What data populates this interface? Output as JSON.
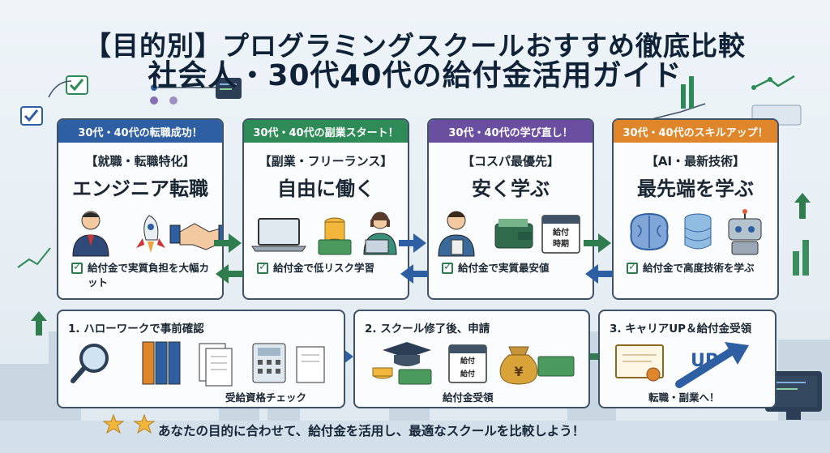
{
  "title": {
    "line1": "【目的別】プログラミングスクールおすすめ徹底比較",
    "line2": "社会人・30代40代の給付金活用ガイド"
  },
  "cards": [
    {
      "header": "30代・40代の転職成功！",
      "color": "#2f5fa3",
      "category": "【就職・転職特化】",
      "main": "エンジニア転職",
      "note": "給付金で実質負担を大幅カット"
    },
    {
      "header": "30代・40代の副業スタート！",
      "color": "#2e8a57",
      "category": "【副業・フリーランス】",
      "main": "自由に働く",
      "note": "給付金で低リスク学習"
    },
    {
      "header": "30代・40代の学び直し！",
      "color": "#6a4fa0",
      "category": "【コスパ最優先】",
      "main": "安く学ぶ",
      "note": "給付金で実質最安値"
    },
    {
      "header": "30代・40代のスキルアップ！",
      "color": "#e0862a",
      "category": "【AI・最新技術】",
      "main": "最先端を学ぶ",
      "note": "給付金で高度技術を学ぶ"
    }
  ],
  "calendar_text": {
    "l1": "給付",
    "l2": "時期"
  },
  "steps": [
    {
      "title": "1. ハローワークで事前確認",
      "caption": "受給資格チェック"
    },
    {
      "title": "2. スクール修了後、申請",
      "caption": "給付金受領",
      "calendar_label": "給付",
      "calendar_sub": "給付",
      "money_mark": "¥"
    },
    {
      "title": "3. キャリアUP＆給付金受領",
      "caption": "転職・副業へ！",
      "up_text": "UP"
    }
  ],
  "footer": "あなたの目的に合わせて、給付金を活用し、最適なスクールを比較しよう！",
  "colors": {
    "navy": "#0f2238",
    "green": "#2e8a57",
    "blue": "#2f5fa3",
    "purple": "#6a4fa0",
    "orange": "#e0862a"
  }
}
